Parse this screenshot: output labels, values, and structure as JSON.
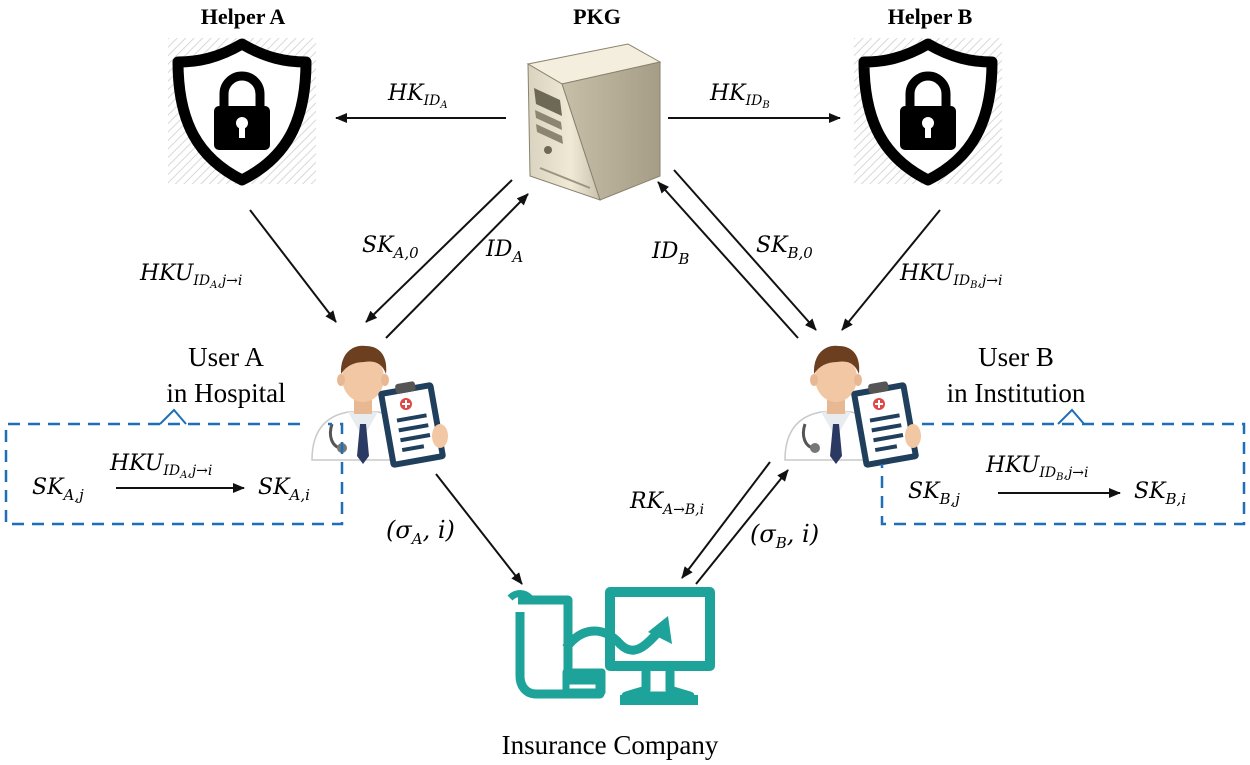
{
  "nodes": {
    "pkg": {
      "label": "PKG"
    },
    "helper_a": {
      "label": "Helper A"
    },
    "helper_b": {
      "label": "Helper B"
    },
    "user_a": {
      "line1": "User A",
      "line2": "in Hospital"
    },
    "user_b": {
      "line1": "User B",
      "line2": "in Institution"
    },
    "insurance": {
      "label": "Insurance Company"
    }
  },
  "edges": {
    "hk_a": {
      "base": "HK",
      "sub": "ID",
      "subsub": "A"
    },
    "hk_b": {
      "base": "HK",
      "sub": "ID",
      "subsub": "B"
    },
    "hku_a": {
      "base": "HKU",
      "sub": "ID",
      "subsub": "A",
      "tail": ",j→i"
    },
    "hku_b": {
      "base": "HKU",
      "sub": "ID",
      "subsub": "B",
      "tail": ",j→i"
    },
    "sk_a0": {
      "base": "SK",
      "sub": "A,0"
    },
    "id_a": {
      "base": "ID",
      "sub": "A"
    },
    "id_b": {
      "base": "ID",
      "sub": "B"
    },
    "sk_b0": {
      "base": "SK",
      "sub": "B,0"
    },
    "sigma_a": {
      "text": "(σ",
      "sub": "A",
      "tail": ", i)"
    },
    "sigma_b": {
      "text": "(σ",
      "sub": "B",
      "tail": ", i)"
    },
    "rk": {
      "base": "RK",
      "sub": "A→B,i"
    }
  },
  "boxes": {
    "update_a": {
      "from": {
        "base": "SK",
        "sub": "A,j"
      },
      "to": {
        "base": "SK",
        "sub": "A,i"
      },
      "key": {
        "base": "HKU",
        "sub": "ID",
        "subsub": "A",
        "tail": ",j→i"
      }
    },
    "update_b": {
      "from": {
        "base": "SK",
        "sub": "B,j"
      },
      "to": {
        "base": "SK",
        "sub": "B,i"
      },
      "key": {
        "base": "HKU",
        "sub": "ID",
        "subsub": "B",
        "tail": ",j→i"
      }
    }
  },
  "colors": {
    "dashed_box": "#1f6fb8",
    "teal": "#1ea39a",
    "ink": "#111111"
  },
  "icons": {
    "pkg": "server-icon",
    "helper": "shield-lock-icon",
    "user": "doctor-clipboard-icon",
    "insurance": "document-to-monitor-icon"
  }
}
